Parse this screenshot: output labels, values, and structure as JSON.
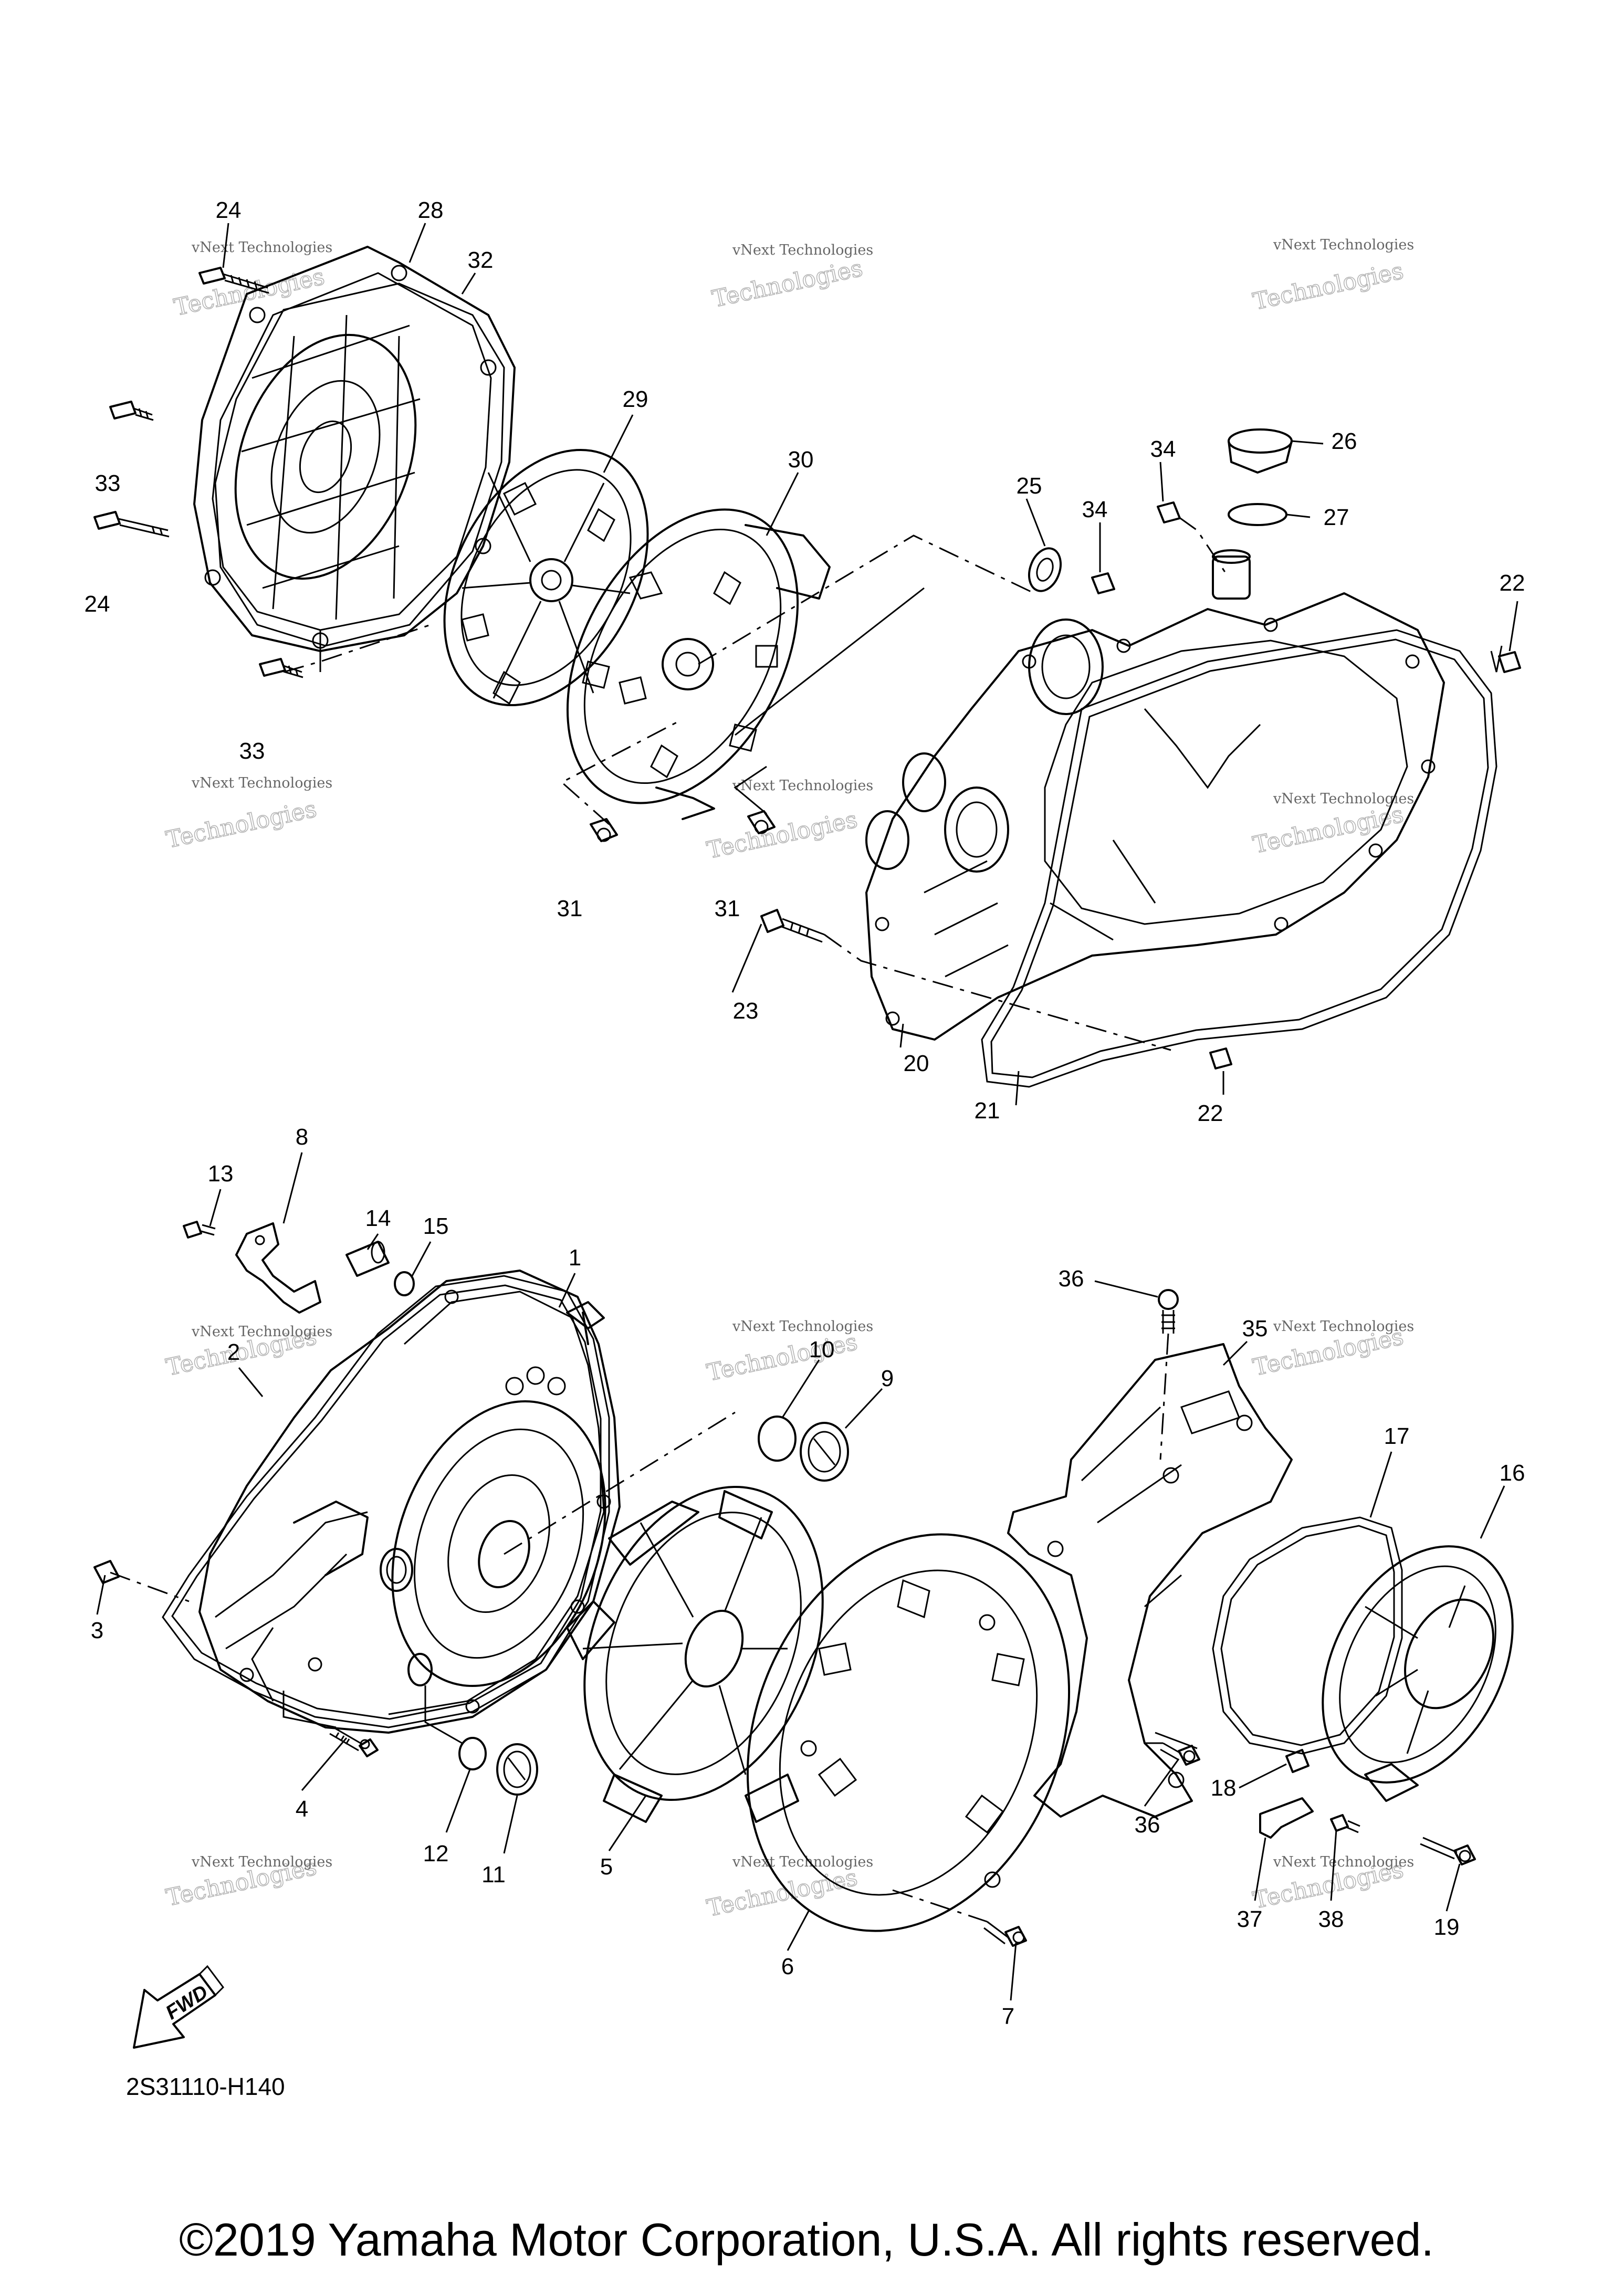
{
  "callouts": [
    {
      "id": "c24a",
      "label": "24"
    },
    {
      "id": "c28",
      "label": "28"
    },
    {
      "id": "c32",
      "label": "32"
    },
    {
      "id": "c29",
      "label": "29"
    },
    {
      "id": "c30",
      "label": "30"
    },
    {
      "id": "c33a",
      "label": "33"
    },
    {
      "id": "c24b",
      "label": "24"
    },
    {
      "id": "c33b",
      "label": "33"
    },
    {
      "id": "c31a",
      "label": "31"
    },
    {
      "id": "c31b",
      "label": "31"
    },
    {
      "id": "c25",
      "label": "25"
    },
    {
      "id": "c34a",
      "label": "34"
    },
    {
      "id": "c34b",
      "label": "34"
    },
    {
      "id": "c26",
      "label": "26"
    },
    {
      "id": "c27",
      "label": "27"
    },
    {
      "id": "c22a",
      "label": "22"
    },
    {
      "id": "c22b",
      "label": "22"
    },
    {
      "id": "c23",
      "label": "23"
    },
    {
      "id": "c20",
      "label": "20"
    },
    {
      "id": "c21",
      "label": "21"
    },
    {
      "id": "c13",
      "label": "13"
    },
    {
      "id": "c8",
      "label": "8"
    },
    {
      "id": "c14",
      "label": "14"
    },
    {
      "id": "c15",
      "label": "15"
    },
    {
      "id": "c1",
      "label": "1"
    },
    {
      "id": "c2",
      "label": "2"
    },
    {
      "id": "c3",
      "label": "3"
    },
    {
      "id": "c4",
      "label": "4"
    },
    {
      "id": "c12",
      "label": "12"
    },
    {
      "id": "c11",
      "label": "11"
    },
    {
      "id": "c10",
      "label": "10"
    },
    {
      "id": "c9",
      "label": "9"
    },
    {
      "id": "c5",
      "label": "5"
    },
    {
      "id": "c6",
      "label": "6"
    },
    {
      "id": "c7",
      "label": "7"
    },
    {
      "id": "c36a",
      "label": "36"
    },
    {
      "id": "c35",
      "label": "35"
    },
    {
      "id": "c36b",
      "label": "36"
    },
    {
      "id": "c17",
      "label": "17"
    },
    {
      "id": "c16",
      "label": "16"
    },
    {
      "id": "c18",
      "label": "18"
    },
    {
      "id": "c37",
      "label": "37"
    },
    {
      "id": "c38",
      "label": "38"
    },
    {
      "id": "c19",
      "label": "19"
    }
  ],
  "watermark": {
    "line1": "vNext Technologies",
    "line2": "Technologies"
  },
  "fwd_label": "FWD",
  "diagram_code": "2S31110-H140",
  "copyright": "©2019 Yamaha Motor Corporation, U.S.A. All rights reserved."
}
